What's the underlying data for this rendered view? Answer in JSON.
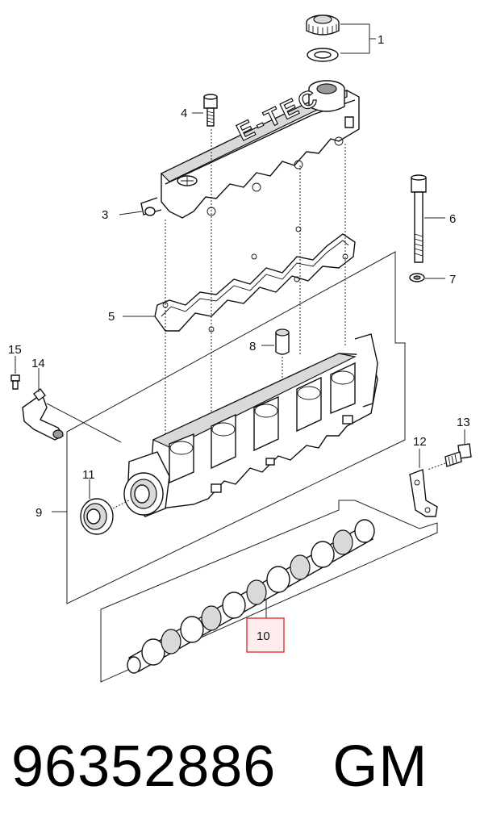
{
  "callouts": {
    "c1": "1",
    "c3": "3",
    "c4": "4",
    "c5": "5",
    "c6": "6",
    "c7": "7",
    "c8": "8",
    "c9": "9",
    "c10": "10",
    "c11": "11",
    "c12": "12",
    "c13": "13",
    "c14": "14",
    "c15": "15"
  },
  "cover_lettering": "E-TEC",
  "highlight_color": "#dd3333",
  "caption": {
    "part_number": "96352886",
    "brand": "GM"
  }
}
